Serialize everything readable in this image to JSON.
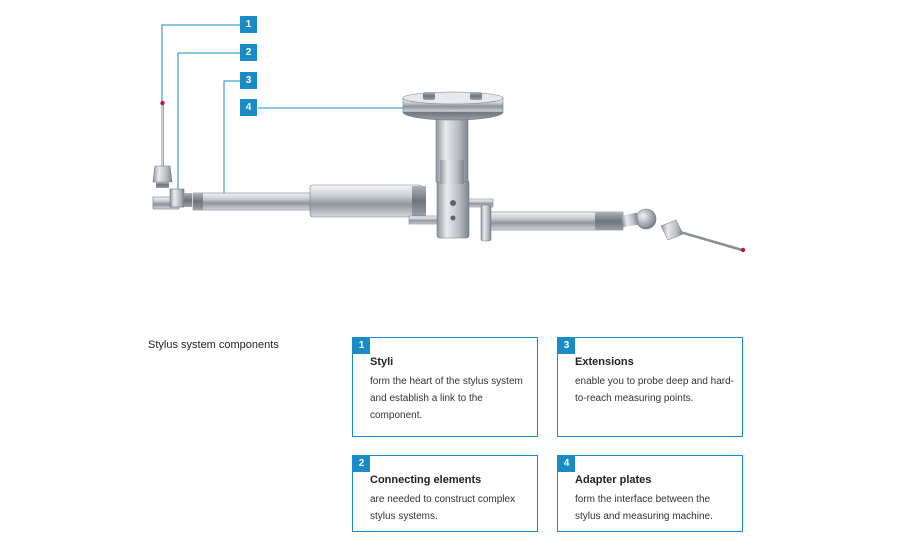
{
  "diagram": {
    "callouts": [
      "1",
      "2",
      "3",
      "4"
    ],
    "accent_color": "#1a8bc6",
    "stylus_tip_color": "#c0143c"
  },
  "section": {
    "title": "Stylus system components"
  },
  "cards": [
    {
      "number": "1",
      "title": "Styli",
      "description": "form the heart of the stylus system and establish a link to the component."
    },
    {
      "number": "3",
      "title": "Extensions",
      "description": "enable you to probe deep and hard-to-reach measuring points."
    },
    {
      "number": "2",
      "title": "Connecting elements",
      "description": "are needed to construct complex stylus systems."
    },
    {
      "number": "4",
      "title": "Adapter plates",
      "description": "form the interface between the stylus and measuring machine."
    }
  ]
}
